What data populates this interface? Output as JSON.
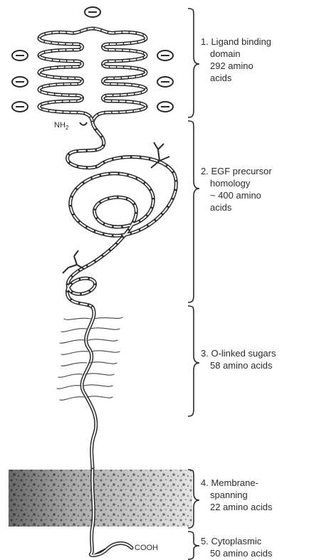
{
  "figure": {
    "amino_terminus": {
      "text": "NH",
      "subscript": "2"
    },
    "carboxyl_terminus": "COOH",
    "domains": [
      {
        "number": "1.",
        "lines": [
          "Ligand binding",
          "domain",
          "292 amino",
          "acids"
        ]
      },
      {
        "number": "2.",
        "lines": [
          "EGF precursor",
          "homology",
          "~ 400 amino",
          "acids"
        ]
      },
      {
        "number": "3.",
        "lines": [
          "O-linked sugars",
          "58 amino acids"
        ]
      },
      {
        "number": "4.",
        "lines": [
          "Membrane-",
          "spanning",
          "22 amino acids"
        ]
      },
      {
        "number": "5.",
        "lines": [
          "Cytoplasmic",
          "50 amino acids"
        ]
      }
    ],
    "colors": {
      "ink": "#2a2a2a",
      "membrane": "#6b6b6b",
      "background": "#ffffff"
    }
  }
}
